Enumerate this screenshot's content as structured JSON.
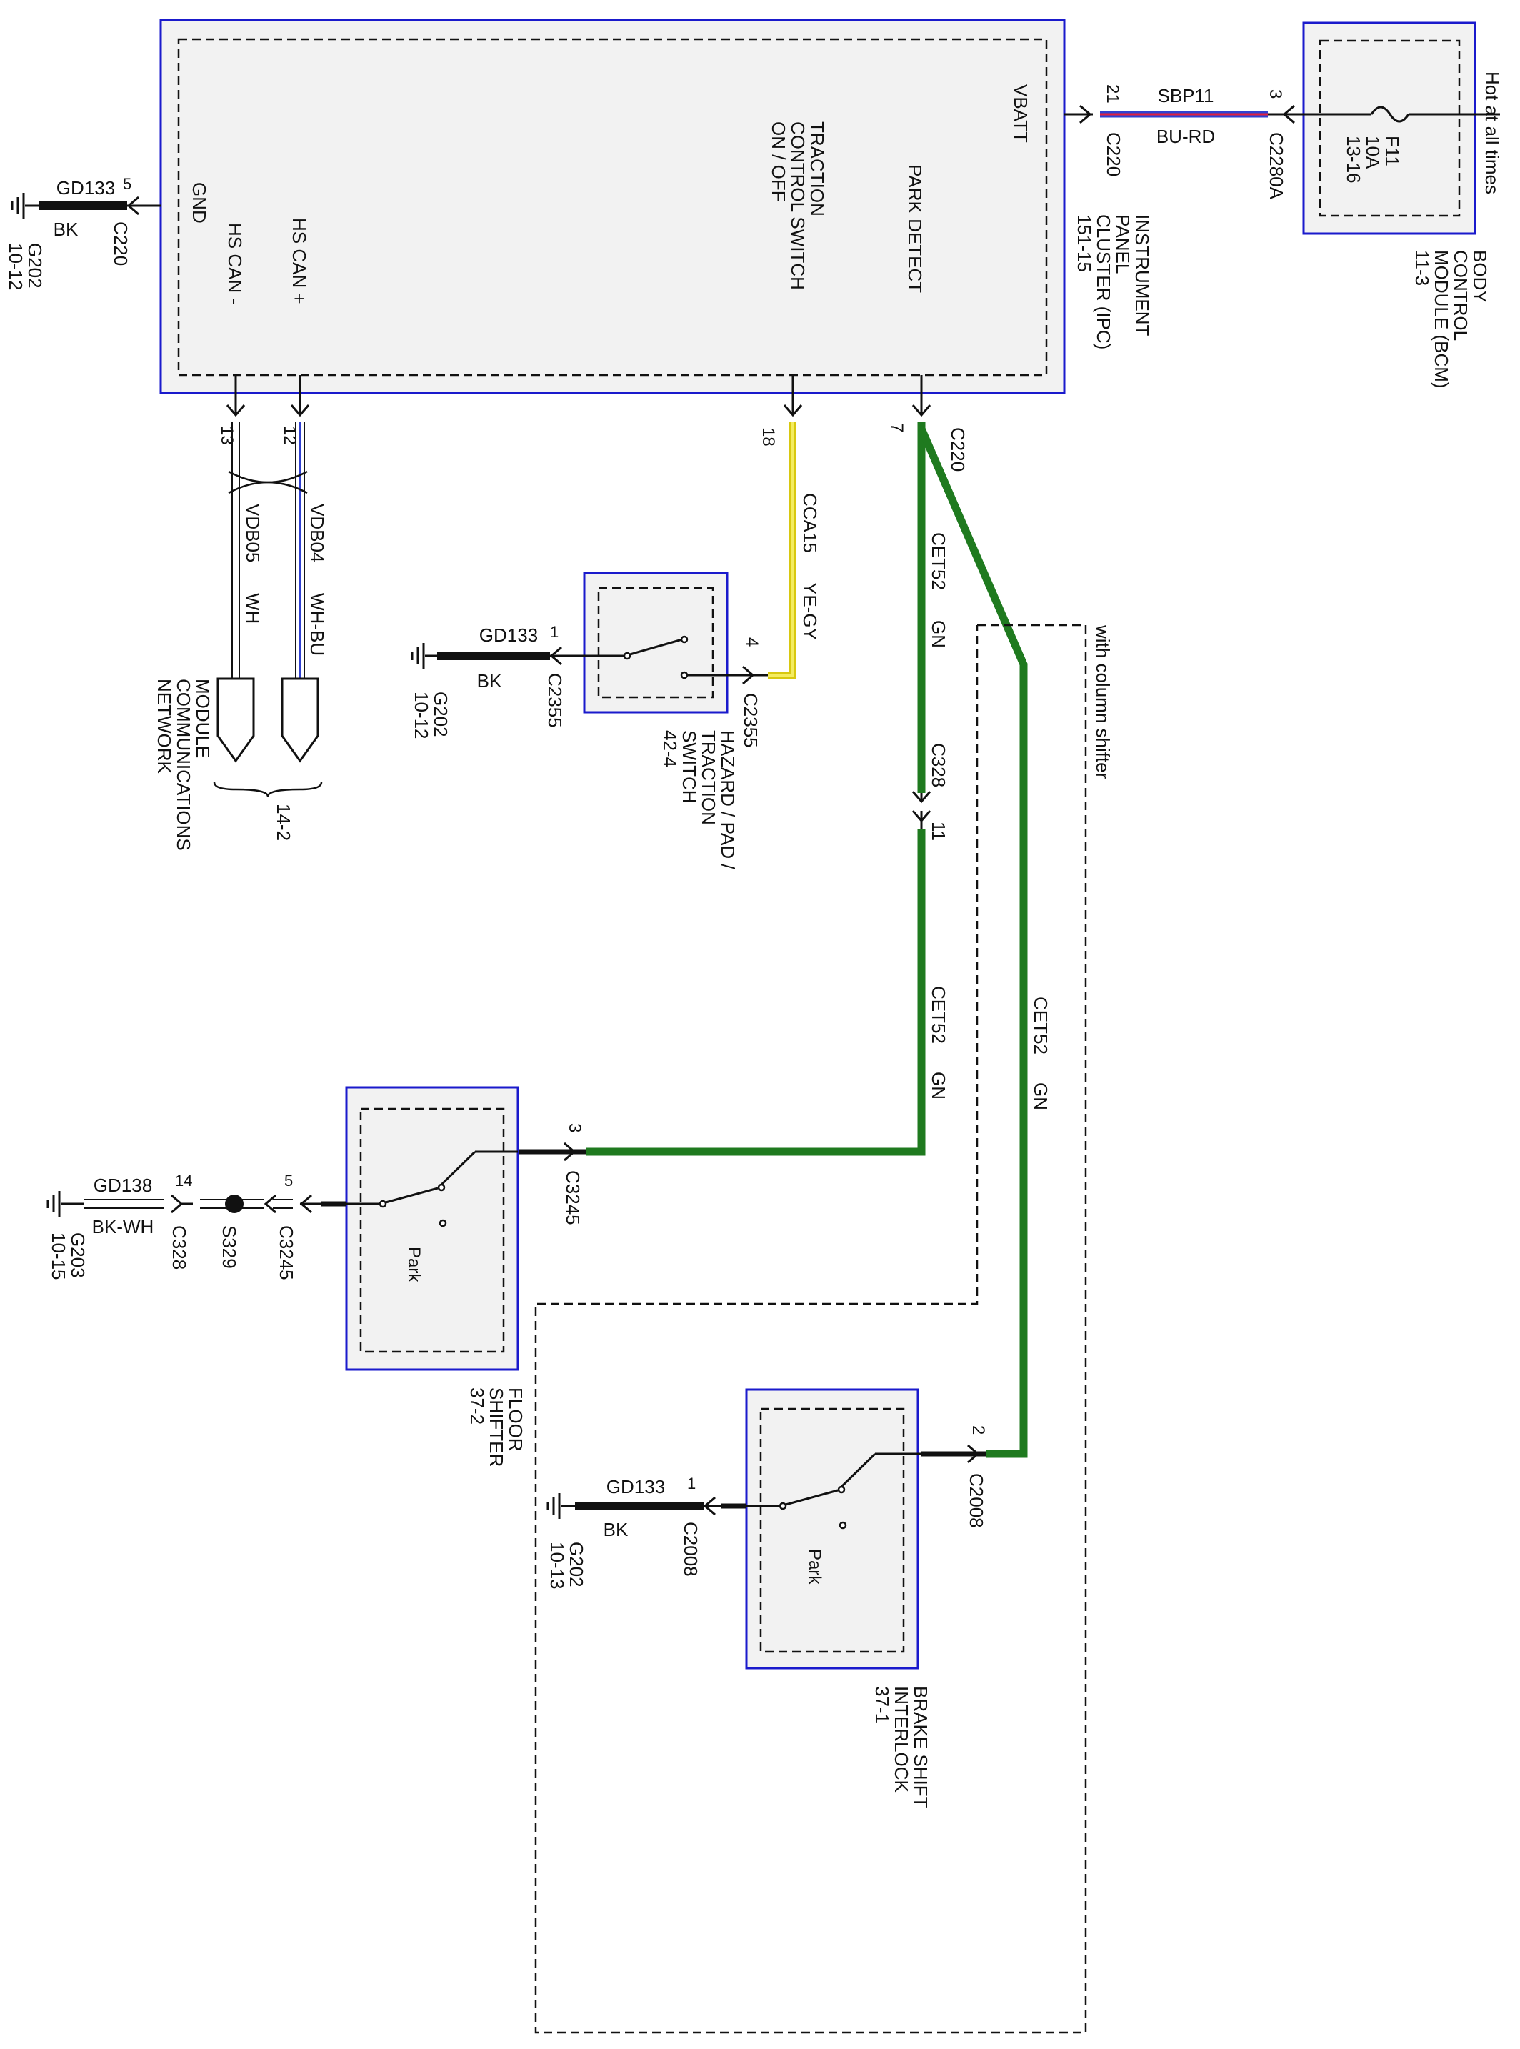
{
  "side_note": "Hot at all times",
  "modules": {
    "ipc": {
      "name": "INSTRUMENT PANEL CLUSTER (IPC)",
      "name_lines": [
        "INSTRUMENT",
        "PANEL",
        "CLUSTER (IPC)"
      ],
      "ref": "151-15",
      "pins": {
        "vbatt": "VBATT",
        "park_detect": "PARK DETECT",
        "gnd": "GND",
        "hs_can_plus": "HS CAN +",
        "hs_can_minus": "HS CAN -"
      },
      "traction_lines": [
        "TRACTION",
        "CONTROL SWITCH",
        "ON / OFF"
      ]
    },
    "bcm": {
      "name_lines": [
        "BODY",
        "CONTROL",
        "MODULE (BCM)"
      ],
      "ref": "11-3",
      "fuse": {
        "id": "F11",
        "rating": "10A",
        "ref": "13-16"
      }
    },
    "hazard_switch": {
      "name_lines": [
        "HAZARD / PAD /",
        "TRACTION",
        "SWITCH"
      ],
      "ref": "42-4"
    },
    "floor_shifter": {
      "name_lines": [
        "FLOOR",
        "SHIFTER"
      ],
      "ref": "37-2",
      "contact": "Park"
    },
    "bsi": {
      "name_lines": [
        "BRAKE SHIFT",
        "INTERLOCK"
      ],
      "ref": "37-1",
      "contact": "Park"
    },
    "network": {
      "name_lines": [
        "MODULE",
        "COMMUNICATIONS",
        "NETWORK"
      ],
      "ref": "14-2"
    }
  },
  "circuits": {
    "sbp11": {
      "id": "SBP11",
      "color": "BU-RD",
      "pin_bcm": "3",
      "conn_bcm": "C2280A",
      "pin_ipc": "21",
      "conn_ipc": "C220"
    },
    "ipc_ground": {
      "id": "GD133",
      "color": "BK",
      "pin": "5",
      "conn": "C220",
      "ground": "G202",
      "ground_ref": "10-12"
    },
    "vdb04": {
      "id": "VDB04",
      "color": "WH-BU",
      "pin": "12"
    },
    "vdb05": {
      "id": "VDB05",
      "color": "WH",
      "pin": "13"
    },
    "cca15": {
      "id": "CCA15",
      "color": "YE-GY",
      "pin_ipc": "18",
      "pin_switch": "4",
      "conn_switch": "C2355"
    },
    "switch_ground": {
      "id": "GD133",
      "color": "BK",
      "pin": "1",
      "conn": "C2355",
      "ground": "G202",
      "ground_ref": "10-12"
    },
    "cet52_top": {
      "id": "CET52",
      "color": "GN",
      "pin": "7",
      "conn": "C220"
    },
    "inline_c328": {
      "conn": "C328",
      "pin": "11"
    },
    "cet52_floor": {
      "id": "CET52",
      "color": "GN",
      "pin": "3",
      "conn": "C3245"
    },
    "cet52_column": {
      "id": "CET52",
      "color": "GN",
      "pin": "2",
      "conn": "C2008"
    },
    "floor_ground": {
      "id": "GD138",
      "color": "BK-WH",
      "pin_c328": "14",
      "conn_c328": "C328",
      "splice": "S329",
      "pin_c3245": "5",
      "conn_c3245": "C3245",
      "ground": "G203",
      "ground_ref": "10-15"
    },
    "bsi_ground": {
      "id": "GD133",
      "color": "BK",
      "pin": "1",
      "conn": "C2008",
      "ground": "G202",
      "ground_ref": "10-13"
    }
  },
  "option_label": "with column shifter",
  "colors": {
    "module_border": "#1a1acc",
    "module_fill": "#f2f2f2",
    "green": "#1f7a1f",
    "yellow": "#f0e020",
    "blue_red_a": "#3040d0",
    "blue_red_b": "#e02040",
    "black": "#111111"
  }
}
